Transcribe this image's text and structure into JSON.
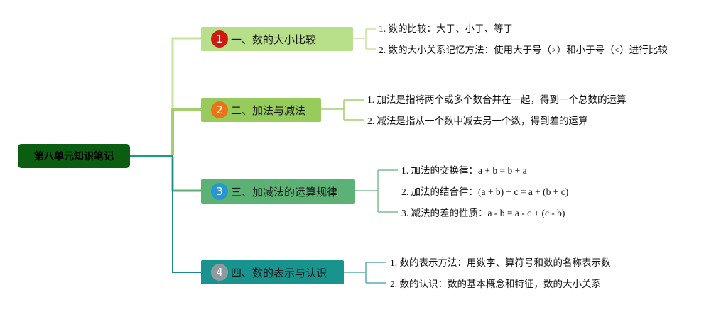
{
  "root": {
    "title": "第八单元知识笔记"
  },
  "colors": {
    "root_bg": "#0b5d12",
    "b1_bg": "#b8e08a",
    "b1_line": "#c5e49d",
    "b1_num": "#cc1b10",
    "b2_bg": "#97cb5c",
    "b2_line": "#a4d06b",
    "b2_num": "#ea7414",
    "b3_bg": "#5bb274",
    "b3_line": "#5fae76",
    "b3_num": "#2796d2",
    "b4_bg": "#18938d",
    "b4_line": "#1a8b86",
    "b4_num": "#8f9aa0"
  },
  "branches": [
    {
      "number": "1",
      "label": "一、数的大小比较",
      "leaves": [
        "1. 数的比较：大于、小于、等于",
        "2. 数的大小关系记忆方法：使用大于号（>）和小于号（<）进行比较"
      ]
    },
    {
      "number": "2",
      "label": "二、加法与减法",
      "leaves": [
        "1. 加法是指将两个或多个数合并在一起，得到一个总数的运算",
        "2. 减法是指从一个数中减去另一个数，得到差的运算"
      ]
    },
    {
      "number": "3",
      "label": "三、加减法的运算规律",
      "leaves": [
        "1. 加法的交换律：a + b = b + a",
        "2. 加法的结合律：(a + b) + c = a + (b + c)",
        "3. 减法的差的性质：a - b = a - c + (c - b)"
      ]
    },
    {
      "number": "4",
      "label": "四、数的表示与认识",
      "leaves": [
        "1. 数的表示方法：用数字、算符号和数的名称表示数",
        "2. 数的认识：数的基本概念和特征，数的大小关系"
      ]
    }
  ]
}
